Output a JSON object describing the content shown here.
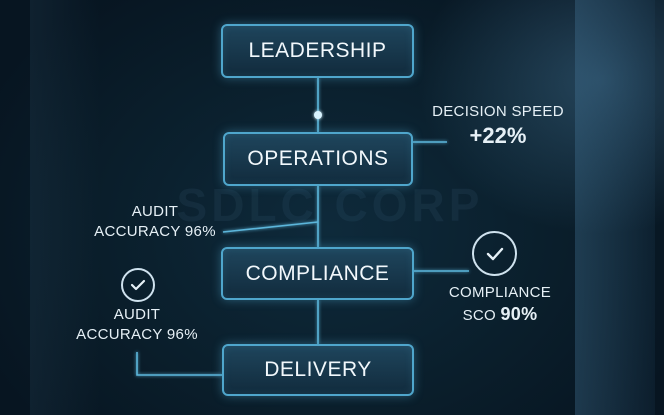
{
  "nodes": {
    "leadership": "LEADERSHIP",
    "operations": "OPERATIONS",
    "compliance": "COMPLIANCE",
    "delivery": "DELIVERY"
  },
  "watermark": "SDLC CORP",
  "callouts": {
    "decision_speed": {
      "label": "DECISION SPEED",
      "value": "+22%"
    },
    "audit_upper": {
      "line1": "AUDIT",
      "line2": "ACCURACY 96%"
    },
    "compliance_score": {
      "line1": "COMPLIANCE",
      "prefix": "SCO",
      "value": "90%"
    },
    "audit_lower": {
      "line1": "AUDIT",
      "line2": "ACCURACY 96%"
    }
  },
  "icons": {
    "compliance_check": "check-circle-icon",
    "audit_check": "check-circle-icon"
  },
  "colors": {
    "accent": "#4fa6cc",
    "glow": "#7fd4f5",
    "background": "#0a1e2b"
  }
}
